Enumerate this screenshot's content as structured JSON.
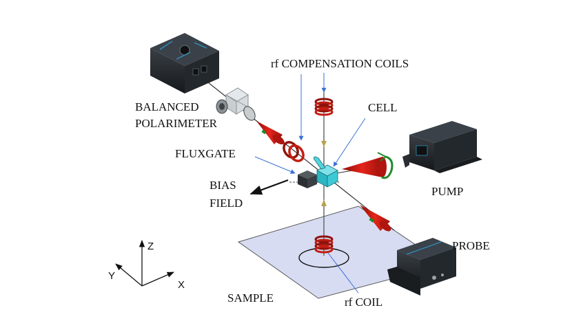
{
  "labels": {
    "rf_compensation_coils": "rf COMPENSATION COILS",
    "cell": "CELL",
    "balanced_polarimeter_line1": "BALANCED",
    "balanced_polarimeter_line2": "POLARIMETER",
    "fluxgate": "FLUXGATE",
    "bias_field_line1": "BIAS",
    "bias_field_line2": "FIELD",
    "pump": "PUMP",
    "probe": "PROBE",
    "sample": "SAMPLE",
    "rf_coil": "rf COIL"
  },
  "axes": {
    "z": "Z",
    "y": "Y",
    "x": "X"
  },
  "colors": {
    "beam_red": "#d41a12",
    "coil_red": "#b31c14",
    "cell_cyan": "#35c4d0",
    "leader_blue": "#3a6fd8",
    "sample_plate": "#d8dcf2",
    "device_dark": "#1e2226"
  }
}
